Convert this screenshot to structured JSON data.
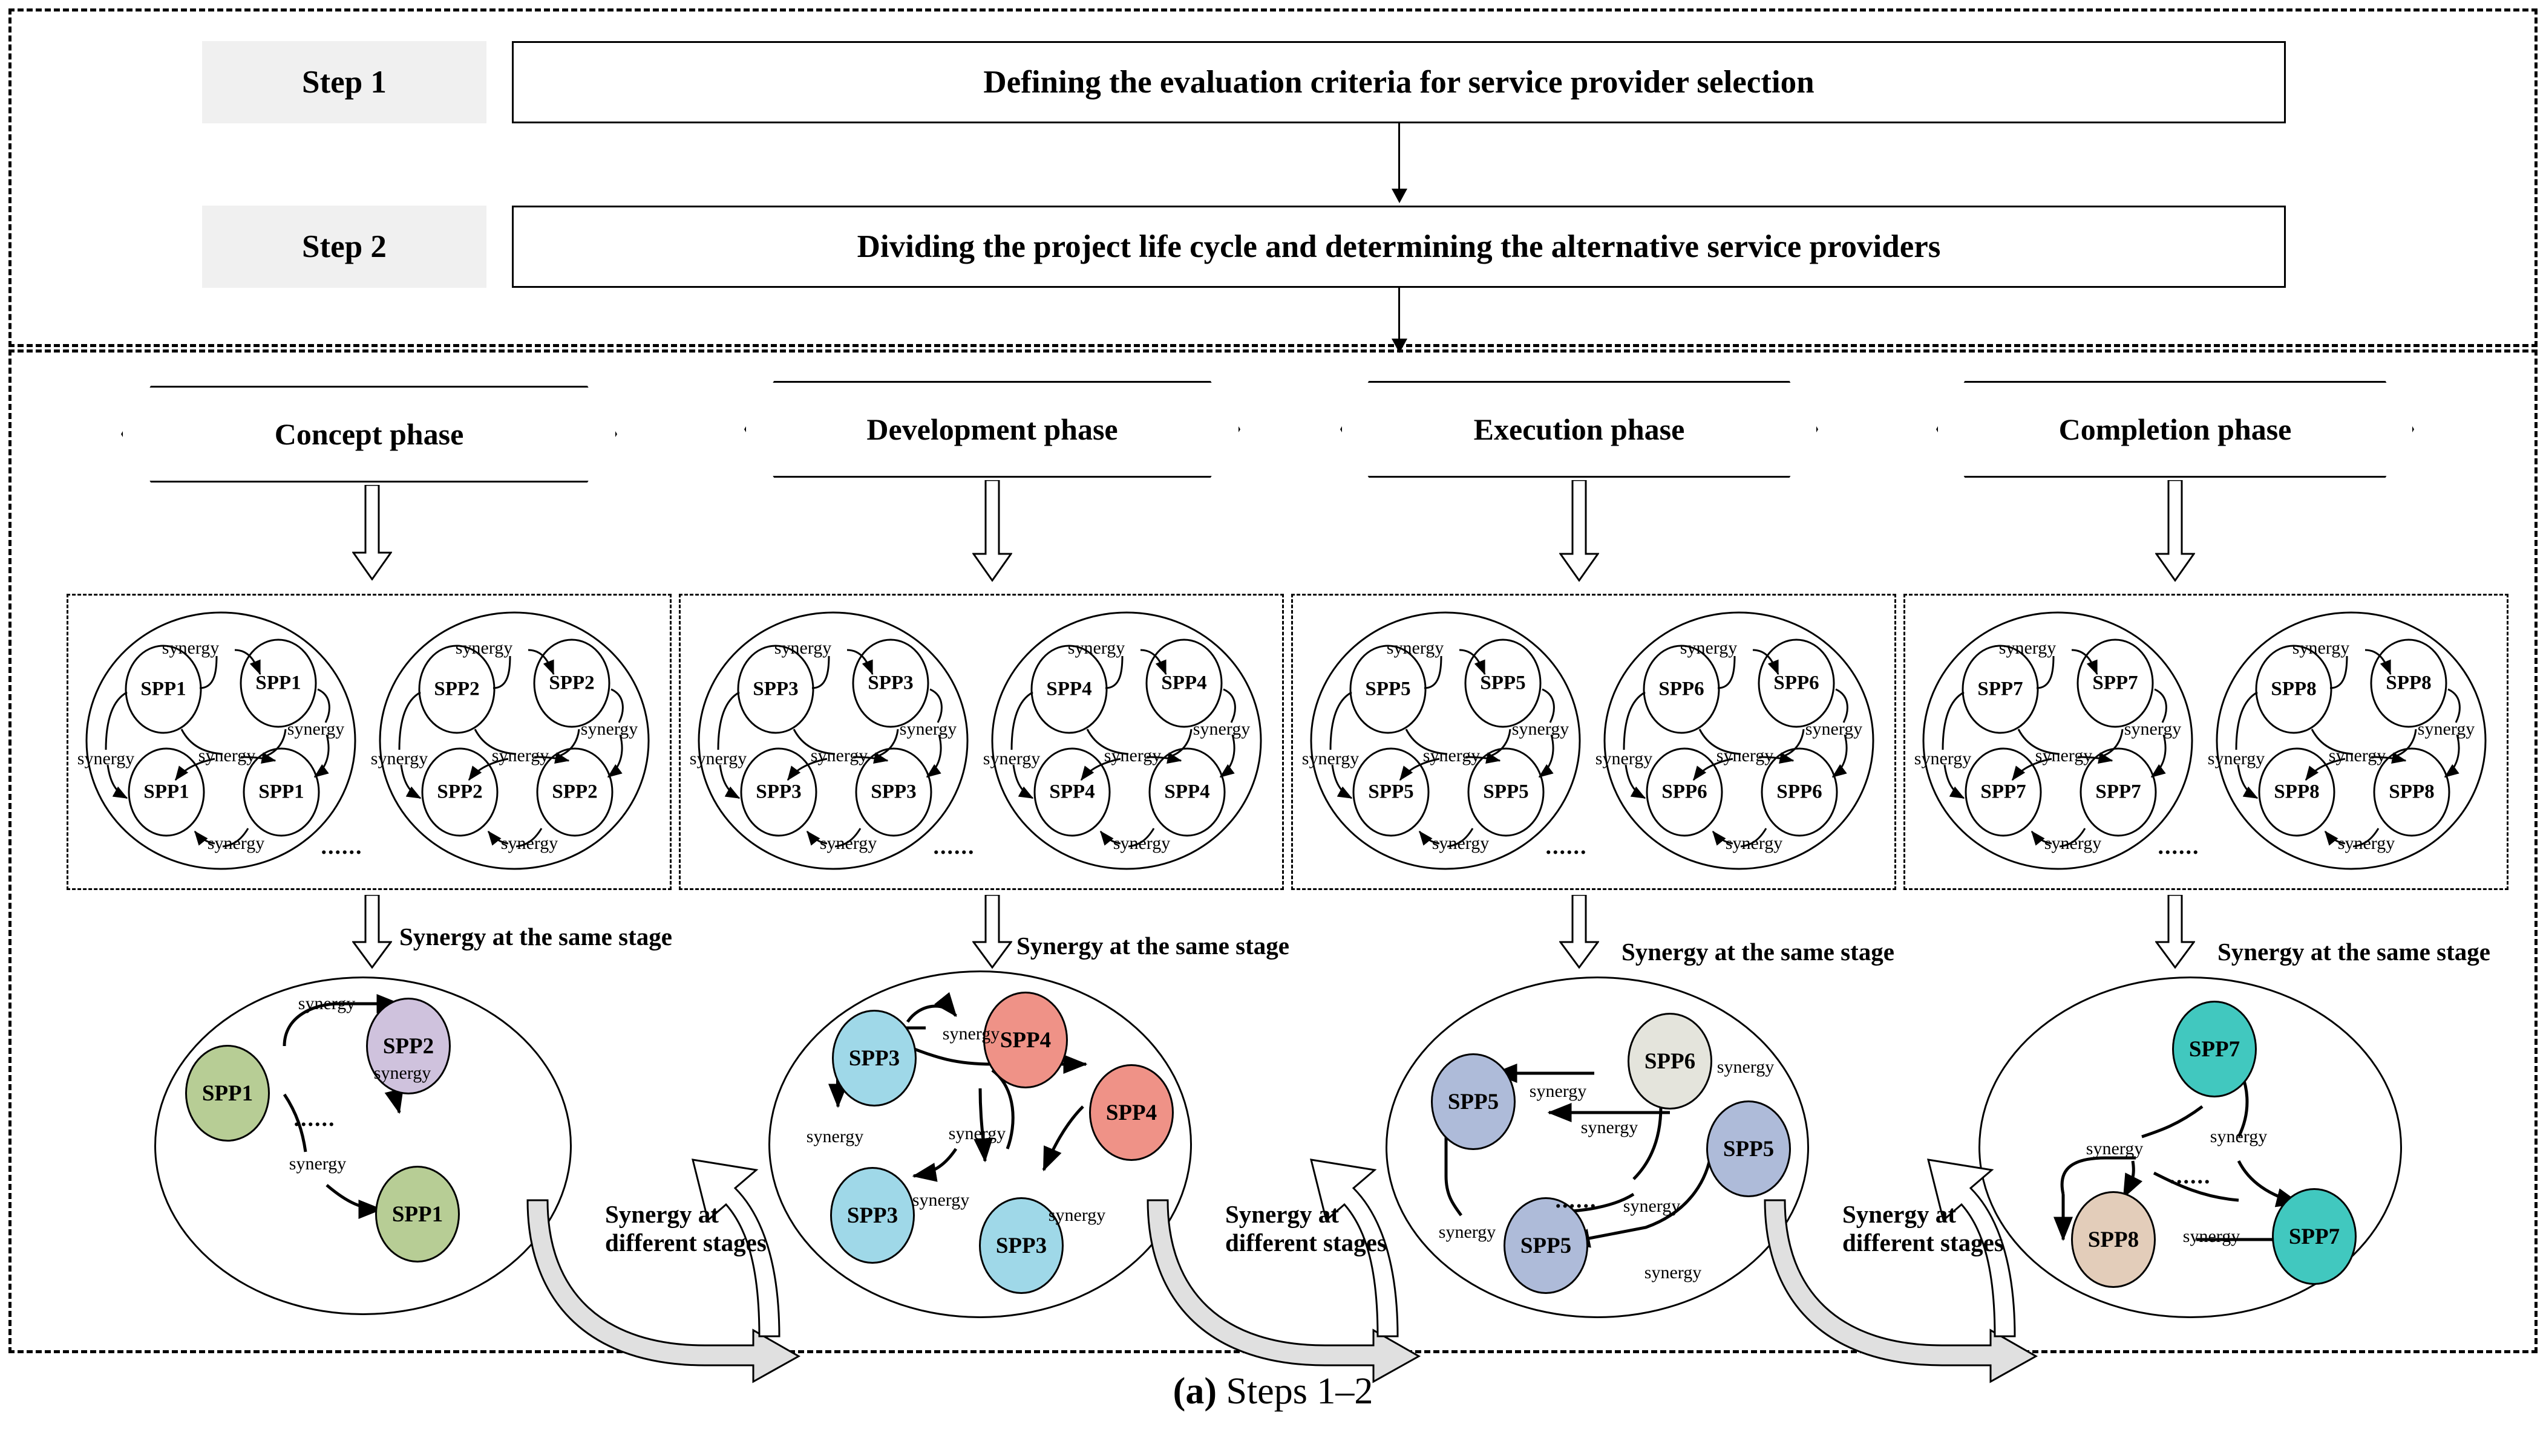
{
  "steps": [
    {
      "label": "Step 1",
      "text": "Defining the evaluation criteria for service provider selection"
    },
    {
      "label": "Step 2",
      "text": "Dividing the project life cycle and determining the alternative service providers"
    }
  ],
  "phases": [
    {
      "name": "Concept phase",
      "clusters": [
        {
          "node": "SPP1"
        },
        {
          "node": "SPP2"
        }
      ],
      "same_stage_label": "Synergy at the same stage",
      "diff_stage_label_line1": "Synergy at",
      "diff_stage_label_line2": "different stages",
      "summary_nodes": [
        {
          "label": "SPP1",
          "color": "#b7cd95"
        },
        {
          "label": "SPP2",
          "color": "#cfc2dd"
        },
        {
          "label": "SPP1",
          "color": "#b7cd95"
        }
      ]
    },
    {
      "name": "Development phase",
      "clusters": [
        {
          "node": "SPP3"
        },
        {
          "node": "SPP4"
        }
      ],
      "same_stage_label": "Synergy at the same stage",
      "diff_stage_label_line1": "Synergy at",
      "diff_stage_label_line2": "different stages",
      "summary_nodes": [
        {
          "label": "SPP3",
          "color": "#9fd8e8"
        },
        {
          "label": "SPP4",
          "color": "#ef9287"
        },
        {
          "label": "SPP4",
          "color": "#ef9287"
        },
        {
          "label": "SPP3",
          "color": "#9fd8e8"
        },
        {
          "label": "SPP3",
          "color": "#9fd8e8"
        }
      ]
    },
    {
      "name": "Execution phase",
      "clusters": [
        {
          "node": "SPP5"
        },
        {
          "node": "SPP6"
        }
      ],
      "same_stage_label": "Synergy at the same stage",
      "diff_stage_label_line1": "Synergy at",
      "diff_stage_label_line2": "different stages",
      "summary_nodes": [
        {
          "label": "SPP6",
          "color": "#e4e4dc"
        },
        {
          "label": "SPP5",
          "color": "#aebbd9"
        },
        {
          "label": "SPP5",
          "color": "#aebbd9"
        },
        {
          "label": "SPP5",
          "color": "#aebbd9"
        }
      ]
    },
    {
      "name": "Completion phase",
      "clusters": [
        {
          "node": "SPP7"
        },
        {
          "node": "SPP8"
        }
      ],
      "same_stage_label": "Synergy at the same stage",
      "diff_stage_label_line1": "Synergy at",
      "diff_stage_label_line2": "different stages",
      "summary_nodes": [
        {
          "label": "SPP7",
          "color": "#41c8bf"
        },
        {
          "label": "SPP8",
          "color": "#e3cdba"
        },
        {
          "label": "SPP7",
          "color": "#41c8bf"
        }
      ]
    }
  ],
  "synergy_word": "synergy",
  "ellipsis": "......",
  "caption_prefix": "(a)",
  "caption_text": " Steps 1–2",
  "colors": {
    "green": "#b7cd95",
    "purple": "#cfc2dd",
    "lightblue": "#9fd8e8",
    "salmon": "#ef9287",
    "beige": "#e4e4dc",
    "periwinkle": "#aebbd9",
    "teal": "#41c8bf",
    "tan": "#e3cdba",
    "step_label_bg": "#f0f0f0",
    "arrow_fill": "#e0e0e0",
    "stroke": "#000000"
  }
}
